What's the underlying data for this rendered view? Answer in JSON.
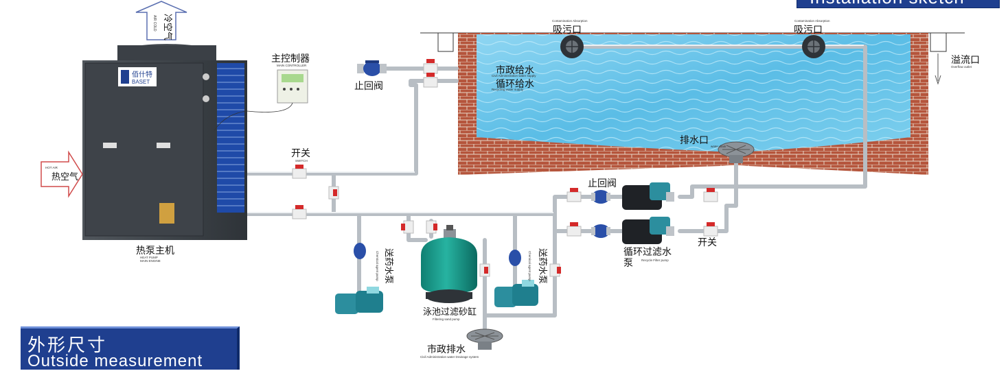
{
  "banner_top": {
    "text": "Installation sketch"
  },
  "banner_bottom": {
    "cn": "外形尺寸",
    "en": "Outside measurement"
  },
  "heat_pump": {
    "brand_cn": "佰什特",
    "brand_en": "BASET",
    "label_cn": "热泵主机",
    "label_en_1": "HEAT PUMP",
    "label_en_2": "MAIN ENGINE"
  },
  "air_out": {
    "cn": "冷空气",
    "en": "AIR COLD"
  },
  "air_in": {
    "cn": "热空气",
    "en": "HOT AIR"
  },
  "controller": {
    "cn": "主控制器",
    "en": "MAIN CONTROLLER"
  },
  "check_valve_left": {
    "cn": "止回阀"
  },
  "municipal_supply": {
    "cn": "市政给水",
    "en": "Civil Administration water supply"
  },
  "circulation_supply": {
    "cn": "循环给水",
    "en": "Recycling water supply"
  },
  "switch_left": {
    "cn": "开关",
    "en": "SWITCH"
  },
  "suction_left": {
    "cn": "吸污口",
    "en": "Contamination Absorption"
  },
  "suction_right": {
    "cn": "吸污口",
    "en": "Contamination Absorption"
  },
  "overflow": {
    "cn": "溢流口",
    "en": "Overflow outlet"
  },
  "drain": {
    "cn": "排水口",
    "en": "water drain"
  },
  "check_valve_right": {
    "cn": "止回阀"
  },
  "recycle_pump": {
    "cn_1": "循环过滤水",
    "cn_2": "泵",
    "en": "Recycle Filter pump"
  },
  "switch_right": {
    "cn": "开关"
  },
  "chem_pump_left": {
    "cn": "送药水泵",
    "en": "Chemical agent pump"
  },
  "chem_pump_right": {
    "cn": "送药水泵",
    "en": "Chemical agent pump"
  },
  "sand_filter": {
    "cn": "泳池过滤砂缸",
    "en": "Filtering sand pump"
  },
  "municipal_drain": {
    "cn": "市政排水",
    "en": "Civil Administration water Drainage system"
  },
  "colors": {
    "banner": "#1f3f8f",
    "pool_water": "#6cc6e8",
    "brick": "#b5553c",
    "pipe": "#b8bec4",
    "valve_red": "#d42a2a",
    "valve_blue": "#2a4fa8",
    "filter_tank": "#1a9a8a",
    "pump_body": "#2c8e9e",
    "heat_pump_body": "#3a3f45"
  }
}
